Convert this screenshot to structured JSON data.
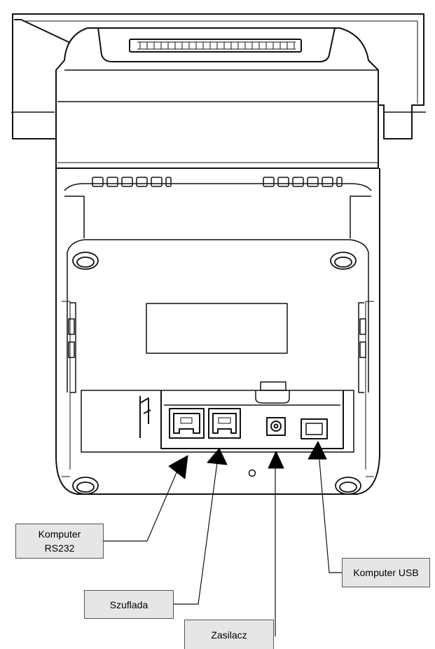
{
  "callouts": {
    "rs232": {
      "line1": "Komputer",
      "line2": "RS232"
    },
    "drawer": {
      "label": "Szuflada"
    },
    "power": {
      "label": "Zasilacz"
    },
    "usb": {
      "label": "Komputer USB"
    }
  }
}
